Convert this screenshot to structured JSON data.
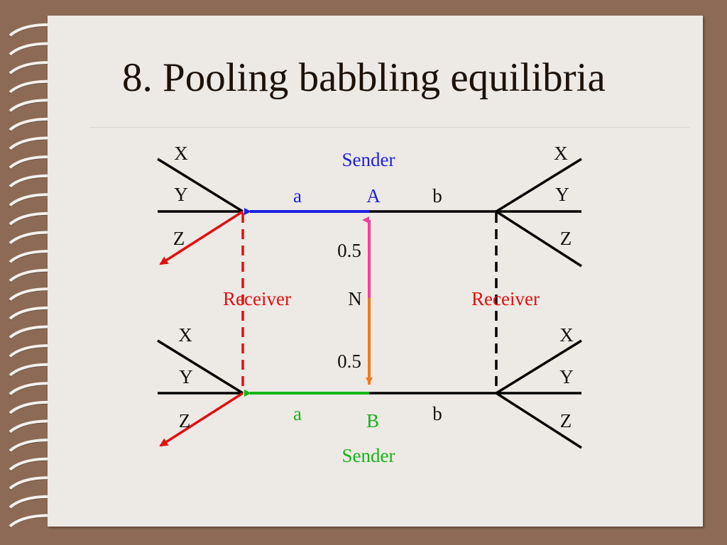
{
  "slide": {
    "title": "8. Pooling babbling equilibria"
  },
  "diagram": {
    "nature": {
      "label": "N",
      "prob_top": "0.5",
      "prob_bottom": "0.5"
    },
    "sender_top": {
      "role": "Sender",
      "type": "A",
      "msg_left": "a",
      "msg_right": "b"
    },
    "sender_bottom": {
      "role": "Sender",
      "type": "B",
      "msg_left": "a",
      "msg_right": "b"
    },
    "receiver_left": "Receiver",
    "receiver_right": "Receiver",
    "actions": {
      "top_left": [
        "X",
        "Y",
        "Z"
      ],
      "top_right": [
        "X",
        "Y",
        "Z"
      ],
      "bottom_left": [
        "X",
        "Y",
        "Z"
      ],
      "bottom_right": [
        "X",
        "Y",
        "Z"
      ]
    },
    "colors": {
      "blue_path": "#1f1fe0",
      "green_path": "#15b515",
      "red_path": "#e01010",
      "pink_path": "#f0409a",
      "orange_path": "#f07a20",
      "black": "#000000"
    }
  }
}
